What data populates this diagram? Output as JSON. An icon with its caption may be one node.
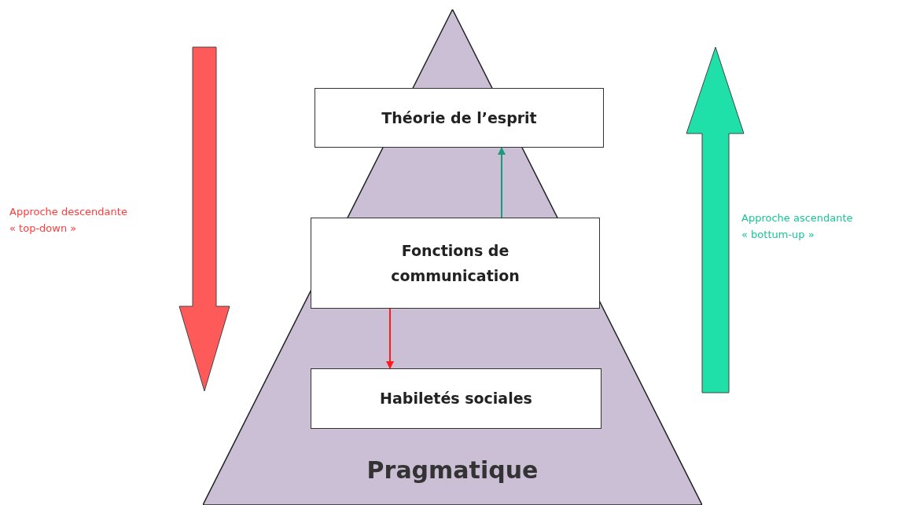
{
  "diagram": {
    "nodes": [
      {
        "text": [
          "Pragmatique"
        ]
      },
      {
        "text": [
          "Théorie de l’esprit"
        ],
        "in": 0
      },
      {
        "text": [
          "Fonctions de communication"
        ],
        "in": 0
      },
      {
        "text": [
          "Habiletés sociales"
        ],
        "in": 0
      }
    ],
    "edges": [
      {
        "from": 2,
        "to": 1,
        "arrow": "to",
        "color": "#1a9a7a"
      },
      {
        "from": 2,
        "to": 3,
        "arrow": "to",
        "color": "#ff1a1a"
      }
    ],
    "labels": [
      "Approche descendante « top-down »",
      "Approche ascendante « bottum-up »"
    ]
  }
}
